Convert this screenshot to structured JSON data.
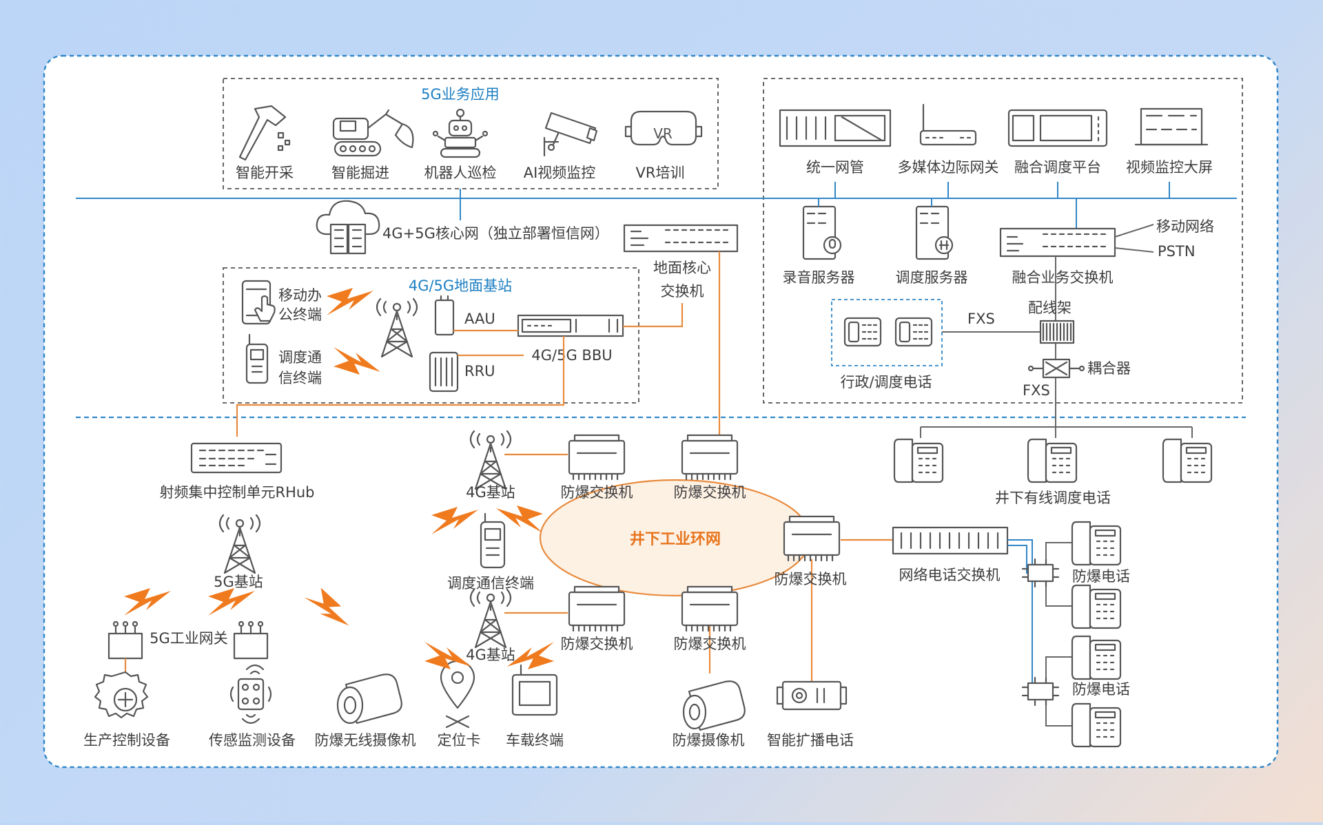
{
  "colors": {
    "accent_blue": "#1b7ec2",
    "accent_orange": "#e7741d",
    "line_blue": "#2f86c8",
    "line_orange": "#e88a3c",
    "frame": "#ffffff"
  },
  "apps": {
    "title": "5G业务应用",
    "items": [
      {
        "label": "智能开采",
        "icon": "hammer-icon"
      },
      {
        "label": "智能掘进",
        "icon": "excavator-icon"
      },
      {
        "label": "机器人巡检",
        "icon": "robot-icon"
      },
      {
        "label": "AI视频监控",
        "icon": "cctv-camera-icon"
      },
      {
        "label": "VR培训",
        "icon": "vr-headset-icon"
      }
    ]
  },
  "core_network": {
    "label": "4G+5G核心网（独立部署恒信网）"
  },
  "ground_core_switch": {
    "line1": "地面核心",
    "line2": "交换机"
  },
  "ground_station": {
    "title": "4G/5G地面基站",
    "mobile_office": {
      "line1": "移动办",
      "line2": "公终端"
    },
    "dispatch_terminal": {
      "line1": "调度通",
      "line2": "信终端"
    },
    "aau": "AAU",
    "rru": "RRU",
    "bbu": "4G/5G BBU"
  },
  "dispatch_system": {
    "unified_nms": "统一网管",
    "multimedia_gateway": "多媒体边际网关",
    "fusion_platform": "融合调度平台",
    "video_wall": "视频监控大屏",
    "record_server": "录音服务器",
    "dispatch_server": "调度服务器",
    "fusion_switch": "融合业务交换机",
    "mobile_network": "移动网络",
    "pstn": "PSTN",
    "distribution_frame": "配线架",
    "fxs_top": "FXS",
    "fxs_bottom": "FXS",
    "coupler": "耦合器",
    "admin_phone": "行政/调度电话",
    "wired_phone": "井下有线调度电话"
  },
  "underground": {
    "rhub": "射频集中控制单元RHub",
    "bs_5g": "5G基站",
    "gateway_5g": "5G工业网关",
    "production_control": "生产控制设备",
    "sensor_monitor": "传感监测设备",
    "wireless_camera": "防爆无线摄像机",
    "locator": "定位卡",
    "vehicle_terminal": "车载终端",
    "bs_4g_top": "4G基站",
    "bs_4g_bottom": "4G基站",
    "dispatch_terminal": "调度通信终端",
    "ring": "井下工业环网",
    "switch_labels": [
      "防爆交换机",
      "防爆交换机",
      "防爆交换机",
      "防爆交换机",
      "防爆交换机"
    ],
    "ex_camera": "防爆摄像机",
    "broadcast_phone": "智能扩播电话",
    "voip_switch": "网络电话交换机",
    "ex_phone_1": "防爆电话",
    "ex_phone_2": "防爆电话"
  }
}
